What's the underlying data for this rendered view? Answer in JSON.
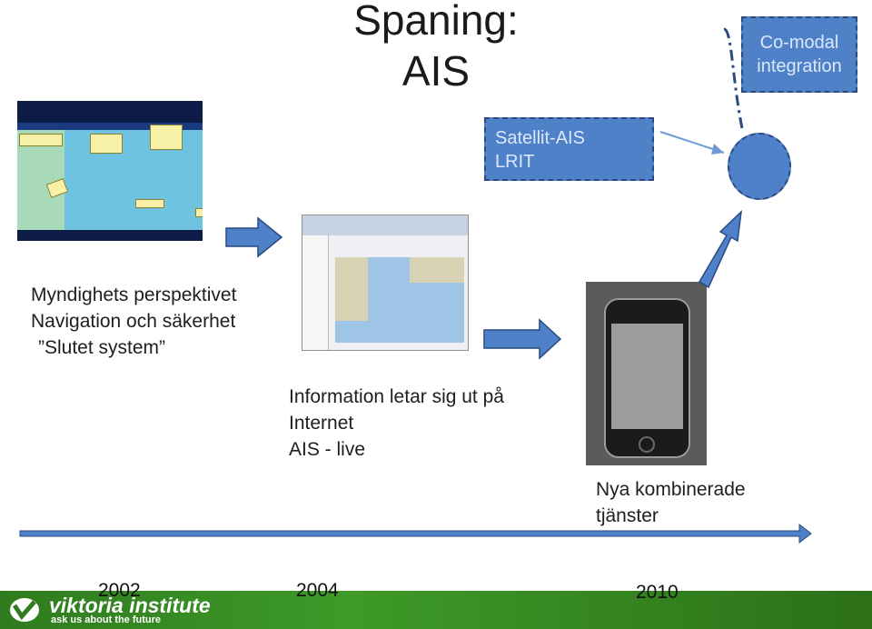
{
  "title_line1": "Spaning:",
  "title_line2": "AIS",
  "comodal_line1": "Co-modal",
  "comodal_line2": "integration",
  "satellite_line1": "Satellit-AIS",
  "satellite_line2": "LRIT",
  "stage1": {
    "line1": "Myndighets perspektivet",
    "line2": "Navigation och säkerhet",
    "line3": "”Slutet system”"
  },
  "stage2": {
    "line1": "Information letar sig ut på",
    "line2": "Internet",
    "line3": "AIS - live"
  },
  "stage3": {
    "line1": "Nya kombinerade",
    "line2": "tjänster"
  },
  "years": [
    "2002",
    "2004",
    "2010"
  ],
  "footer": {
    "logo_name": "viktoria institute",
    "logo_slogan": "ask us about the future"
  },
  "colors": {
    "arrow_fill": "#4f81c9",
    "arrow_stroke": "#2a4a80",
    "footer_green": "#3e9a28"
  }
}
